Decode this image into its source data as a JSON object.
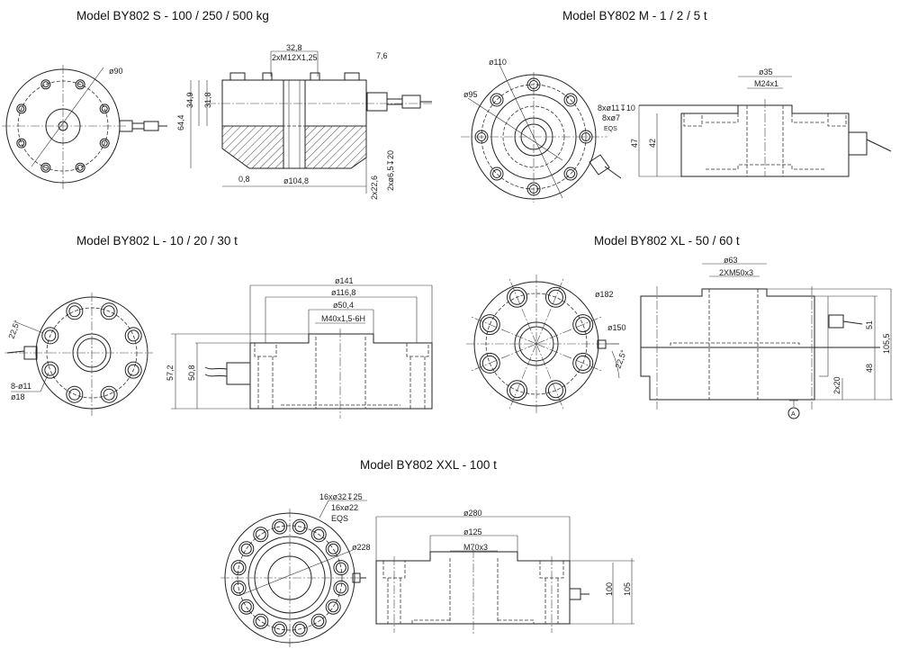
{
  "models": [
    {
      "id": "s",
      "title": "Model BY802 S   -   100 / 250 / 500 kg",
      "labels": {
        "d90": "ø90",
        "w32": "32,8",
        "thread": "2xM12X1,25",
        "w76": "7,6",
        "h644": "64,4",
        "h349": "34,9",
        "h318": "31,8",
        "w08": "0,8",
        "d1048": "ø104,8",
        "h226": "2x22,6",
        "hole": "2xø6,5↧20"
      }
    },
    {
      "id": "m",
      "title": "Model BY802 M   - 1 / 2 / 5 t",
      "labels": {
        "d110": "ø110",
        "d95": "ø95",
        "holes1": "8xø11↧10",
        "holes2": "8xø7",
        "eqs": "EQS",
        "d35": "ø35",
        "thread": "M24x1",
        "h47": "47",
        "h42": "42"
      }
    },
    {
      "id": "l",
      "title": "Model BY802 L   -   10 / 20 / 30 t",
      "labels": {
        "angle": "22,5°",
        "holes": "8-ø11",
        "d18": "ø18",
        "d141": "ø141",
        "d1168": "ø116,8",
        "d504": "ø50,4",
        "thread": "M40x1,5-6H",
        "h572": "57,2",
        "h508": "50,8"
      }
    },
    {
      "id": "xl",
      "title": "Model BY802 XL   -   50 / 60 t",
      "labels": {
        "d182": "ø182",
        "d150": "ø150",
        "angle": "22,5°",
        "d63": "ø63",
        "thread": "2XM50x3",
        "h51": "51",
        "h1055": "105,5",
        "h48": "48",
        "h2x20": "2x20",
        "datum": "A"
      }
    },
    {
      "id": "xxl",
      "title": "Model BY802 XXL   -   100 t",
      "labels": {
        "holes1": "16xø32↧25",
        "holes2": "16xø22",
        "eqs": "EQS",
        "d228": "ø228",
        "d280": "ø280",
        "d125": "ø125",
        "thread": "M70x3",
        "h100": "100",
        "h105": "105"
      }
    }
  ],
  "colors": {
    "line": "#222222",
    "background": "#ffffff"
  }
}
